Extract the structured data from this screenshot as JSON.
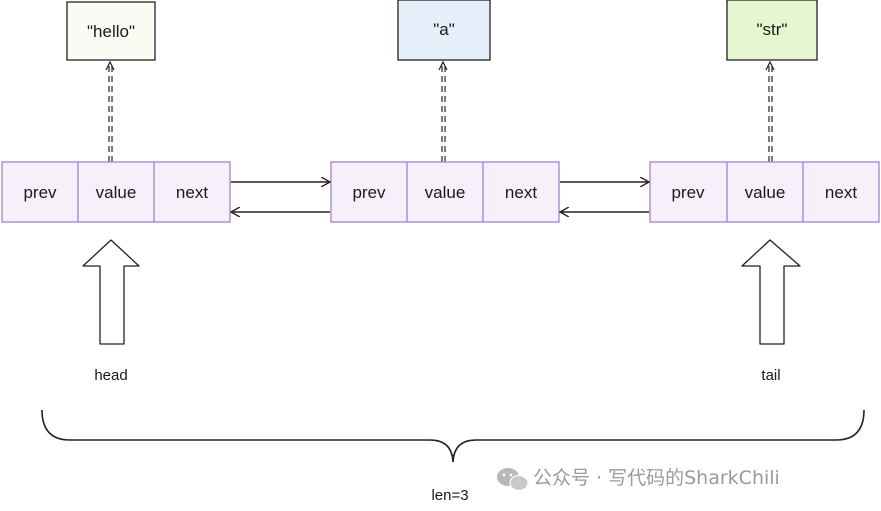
{
  "values": [
    {
      "text": "\"hello\"",
      "fill": "#fbfbf4"
    },
    {
      "text": "\"a\"",
      "fill": "#e6f0fb"
    },
    {
      "text": "\"str\"",
      "fill": "#e5f5cf"
    }
  ],
  "node_fields": [
    "prev",
    "value",
    "next"
  ],
  "pointers": {
    "head": "head",
    "tail": "tail"
  },
  "length_label": "len=3",
  "watermark": "公众号 · 写代码的SharkChili",
  "colors": {
    "node_stroke": "#a78bc9",
    "node_fill": "#f6f0fb",
    "line": "#222222"
  }
}
